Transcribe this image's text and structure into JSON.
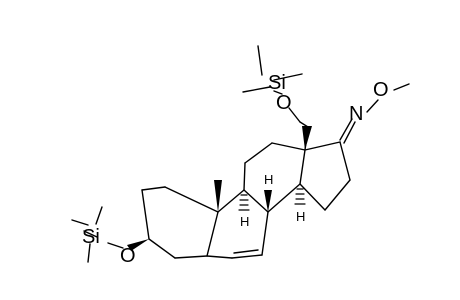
{
  "molecule": {
    "atoms": {
      "si_top": "Si",
      "o_top": "O",
      "n_oxime": "N",
      "o_oxime": "O",
      "si_left": "Si",
      "o_left": "O"
    },
    "stereo_h": [
      "H",
      "H",
      "H"
    ]
  }
}
